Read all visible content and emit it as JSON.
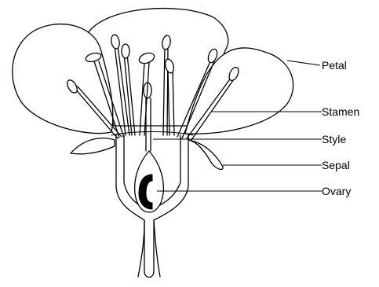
{
  "diagram": {
    "labels": {
      "petal": "Petal",
      "stamen": "Stamen",
      "style": "Style",
      "sepal": "Sepal",
      "ovary": "Ovary"
    }
  }
}
